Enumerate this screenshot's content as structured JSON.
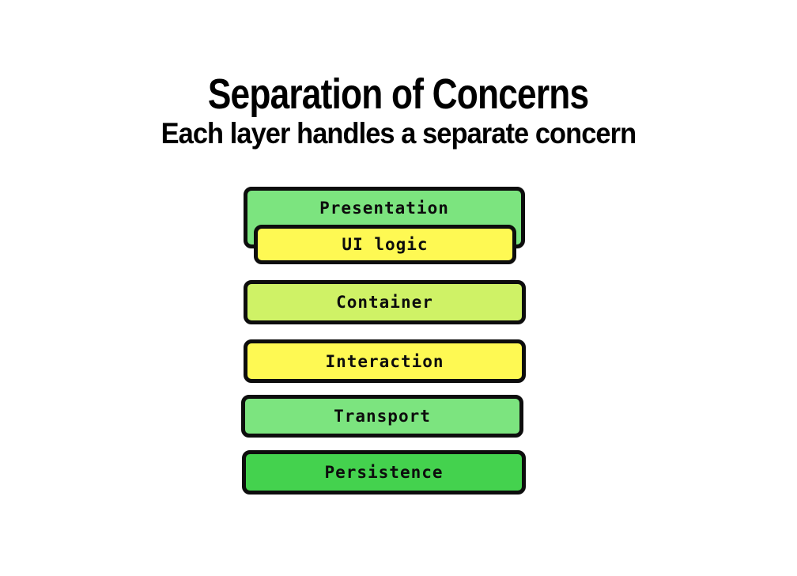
{
  "header": {
    "title": "Separation of Concerns",
    "subtitle": "Each layer handles a separate concern"
  },
  "diagram": {
    "border_color": "#0d0d0d",
    "background_color": "#ffffff",
    "layers": [
      {
        "id": "presentation",
        "label": "Presentation",
        "fill": "#7CE47F"
      },
      {
        "id": "ui-logic",
        "label": "UI logic",
        "fill": "#FEF953"
      },
      {
        "id": "container",
        "label": "Container",
        "fill": "#CFF266"
      },
      {
        "id": "interaction",
        "label": "Interaction",
        "fill": "#FEF953"
      },
      {
        "id": "transport",
        "label": "Transport",
        "fill": "#7CE47F"
      },
      {
        "id": "persistence",
        "label": "Persistence",
        "fill": "#44D24E"
      }
    ]
  }
}
